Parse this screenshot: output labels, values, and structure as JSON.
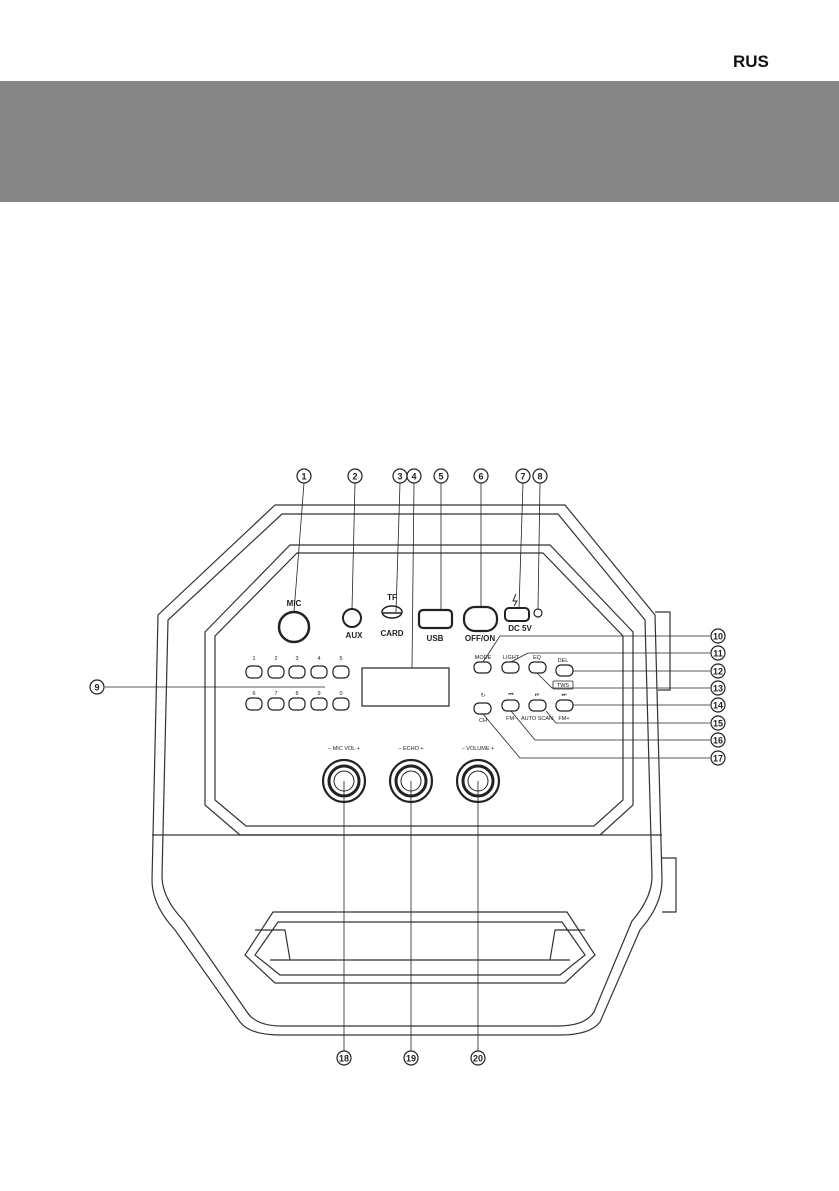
{
  "header": {
    "lang": "RUS"
  },
  "labels": {
    "mic": "MIC",
    "aux": "AUX",
    "tf": "TF",
    "card": "CARD",
    "usb": "USB",
    "offon": "OFF/ON",
    "dc": "DC 5V",
    "mode": "MODE",
    "light": "LIGHT",
    "eq": "EQ",
    "del": "DEL",
    "tws": "TWS",
    "ch": "CH",
    "fm_minus": "FM-",
    "auto_scan": "AUTO SCAN",
    "fm_plus": "FM+",
    "mic_vol": "– MIC VOL +",
    "echo": "– ECHO +",
    "volume": "– VOLUME +"
  },
  "keys_top": [
    "1",
    "2",
    "3",
    "4",
    "5"
  ],
  "keys_bottom": [
    "6",
    "7",
    "8",
    "9",
    "0"
  ],
  "callouts": [
    "1",
    "2",
    "3",
    "4",
    "5",
    "6",
    "7",
    "8",
    "9",
    "10",
    "11",
    "12",
    "13",
    "14",
    "15",
    "16",
    "17",
    "18",
    "19",
    "20"
  ]
}
